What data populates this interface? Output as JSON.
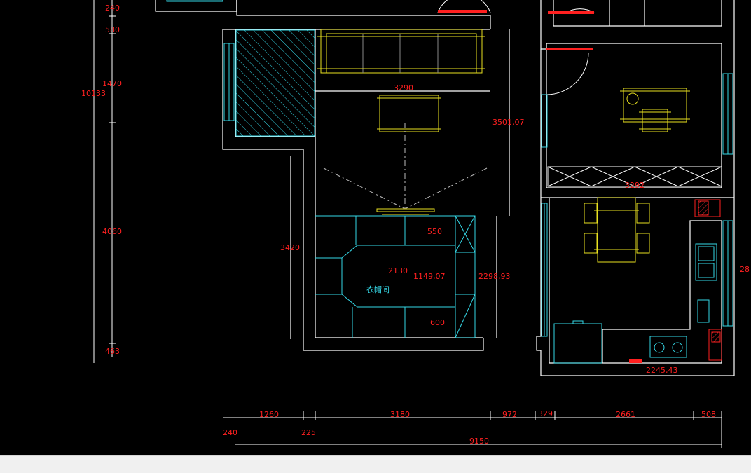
{
  "colors": {
    "background": "#000000",
    "wall": "#ffffff",
    "window": "#35d7e6",
    "furniture": "#e8e020",
    "dimension_text": "#ff2020",
    "status_bar": "#f0f0f0"
  },
  "room_labels": {
    "walk_in_closet": "衣帽间"
  },
  "dimensions": {
    "left": {
      "d240": "240",
      "d580": "580",
      "d1470": "1470",
      "total": "10133",
      "d4060": "4060",
      "d463": "463"
    },
    "interior": {
      "sofa_width": "3290",
      "living_depth": "3501,07",
      "closet_depth": "3420",
      "closet_top": "550",
      "closet_width": "2130",
      "closet_mid": "1149,07",
      "closet_height": "2298,93",
      "closet_bottom": "600",
      "kitchen_top": "3292",
      "kitchen_width": "2245,43",
      "right_edge": "28"
    },
    "bottom_row1": [
      "1260",
      "3180",
      "972",
      "329",
      "2661",
      "508"
    ],
    "bottom_row2": [
      "240",
      "225"
    ],
    "bottom_total": "9150"
  }
}
